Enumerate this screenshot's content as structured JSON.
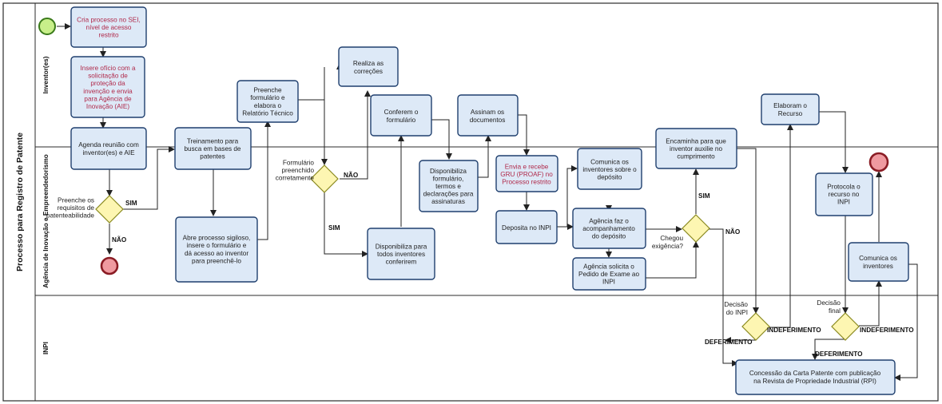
{
  "pool_title": "Processo para Registro de Patente",
  "lanes": [
    "Inventor(es)",
    "Agência de Inovação e Empreendedorismo",
    "INPI"
  ],
  "tasks": {
    "cria": [
      "Cria processo no SEI,",
      "nível de acesso",
      "restrito"
    ],
    "insere_oficio": [
      "Insere ofício com a",
      "solicitação de",
      "proteção da",
      "invenção e envia",
      "para Agência de",
      "Inovação (AIE)"
    ],
    "agenda": [
      "Agenda reunião com",
      "inventor(es) e AIE"
    ],
    "treinamento": [
      "Treinamento para",
      "busca em bases de",
      "patentes"
    ],
    "abre": [
      "Abre processo sigiloso,",
      "insere o formulário e",
      "dá acesso ao inventor",
      "para preenchê-lo"
    ],
    "preenche": [
      "Preenche",
      "formulário e",
      "elabora o",
      "Relatório Técnico"
    ],
    "realiza": [
      "Realiza as",
      "correções"
    ],
    "conferem": [
      "Conferem o",
      "formulário"
    ],
    "disponibiliza_conferir": [
      "Disponibiliza para",
      "todos inventores",
      "conferirem"
    ],
    "disponibiliza_termos": [
      "Disponibiliza",
      "formulário,",
      "termos e",
      "declarações para",
      "assinaturas"
    ],
    "assinam": [
      "Assinam os",
      "documentos"
    ],
    "envia_gru": [
      "Envia e recebe",
      "GRU (PROAF) no",
      "Processo restrito"
    ],
    "deposita": [
      "Deposita no INPI"
    ],
    "comunica_deposito": [
      "Comunica os",
      "inventores sobre o",
      "depósito"
    ],
    "acompanhamento": [
      "Agência faz o",
      "acompanhamento",
      "do depósito"
    ],
    "solicita_exame": [
      "Agência solicita o",
      "Pedido de Exame ao",
      "INPI"
    ],
    "encaminha": [
      "Encaminha para que",
      "inventor auxilie no",
      "cumprimento"
    ],
    "elaboram": [
      "Elaboram o",
      "Recurso"
    ],
    "protocola": [
      "Protocola o",
      "recurso no",
      "INPI"
    ],
    "comunica_inventores": [
      "Comunica os",
      "inventores"
    ],
    "concessao": [
      "Concessão da Carta Patente com publicação",
      "na Revista de Propriedade Industrial (RPI)"
    ]
  },
  "gateways": {
    "requisitos": [
      "Preenche os",
      "requisitos de",
      "patenteabilidade"
    ],
    "formulario": [
      "Formulário",
      "preenchido",
      "corretamente"
    ],
    "exigencia": [
      "Chegou",
      "exigência?"
    ],
    "decisao_inpi": [
      "Decisão",
      "do INPI"
    ],
    "decisao_final": [
      "Decisão",
      "final"
    ]
  },
  "flow_labels": {
    "sim": "SIM",
    "nao": "NÃO",
    "deferimento": "DEFERIMENTO",
    "indeferimento": "INDEFERIMENTO"
  },
  "colors": {
    "task_fill": "#dde9f7",
    "task_stroke": "#1f3f6e",
    "gateway_fill": "#fdf6b2",
    "start_fill": "#c8ef8a",
    "end_fill": "#ef9aa0",
    "red_text": "#b0294a"
  }
}
